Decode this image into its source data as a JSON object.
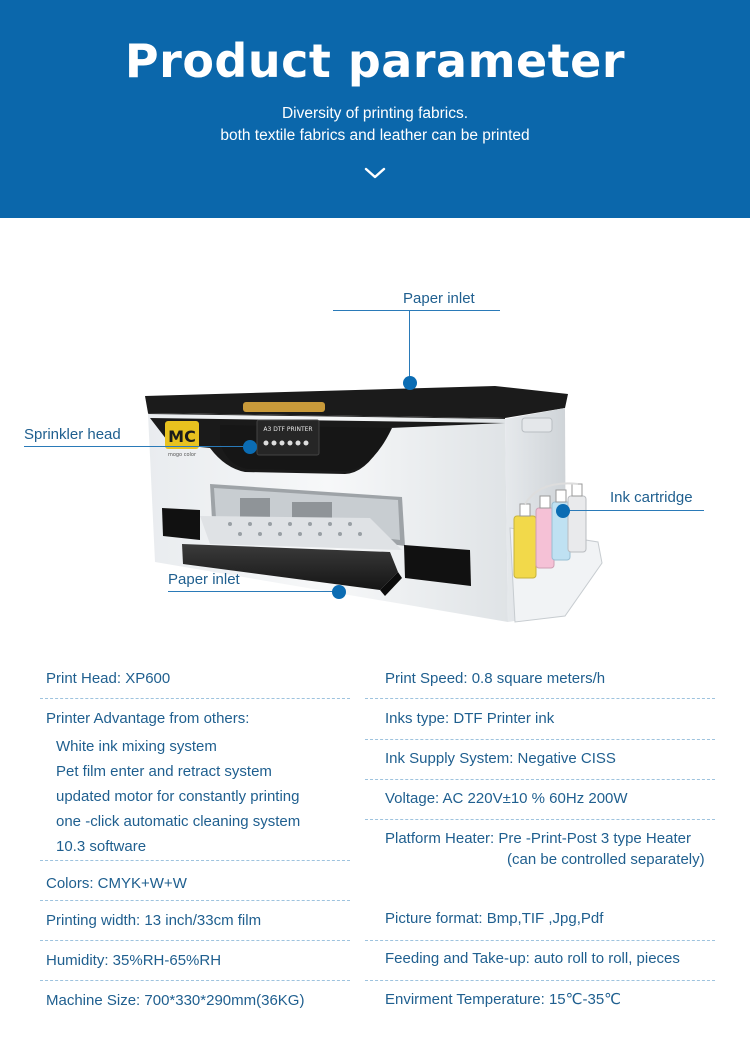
{
  "banner": {
    "title": "Product parameter",
    "subtitle_line1": "Diversity of printing fabrics.",
    "subtitle_line2": "both textile fabrics and leather can be printed",
    "chevron_icon": "chevron-down-icon"
  },
  "colors": {
    "banner_bg": "#0b67ab",
    "text": "#1f5f8f",
    "dot": "#0b6cb3"
  },
  "callouts": {
    "paper_inlet_top": "Paper inlet",
    "sprinkler_head": "Sprinkler head",
    "ink_cartridge": "Ink cartridge",
    "paper_inlet_bottom": "Paper inlet"
  },
  "printer": {
    "panel_label": "A3 DTF PRINTER",
    "logo_text": "MC",
    "logo_sub": "mogo color"
  },
  "specs": {
    "left": {
      "print_head": "Print Head: XP600",
      "advantage_title": "Printer Advantage from others:",
      "advantages": [
        "White ink mixing system",
        "Pet film enter and retract system",
        "updated motor for constantly printing",
        "one -click automatic cleaning system",
        "10.3 software"
      ],
      "colors": "Colors: CMYK+W+W",
      "printing_width": "Printing width: 13 inch/33cm film",
      "humidity": "Humidity: 35%RH-65%RH",
      "machine_size": "Machine Size: 700*330*290mm(36KG)"
    },
    "right": {
      "print_speed": "Print Speed: 0.8 square meters/h",
      "inks_type": "Inks type: DTF Printer ink",
      "ink_supply": "Ink Supply System: Negative CISS",
      "voltage": "Voltage: AC 220V±10 % 60Hz 200W",
      "platform_heater": "Platform Heater: Pre -Print-Post 3 type Heater",
      "platform_heater_note": "(can be controlled separately)",
      "picture_format": "Picture format: Bmp,TIF ,Jpg,Pdf",
      "feeding": "Feeding and Take-up: auto roll to roll, pieces",
      "temperature": "Envirment Temperature: 15℃-35℃"
    }
  }
}
